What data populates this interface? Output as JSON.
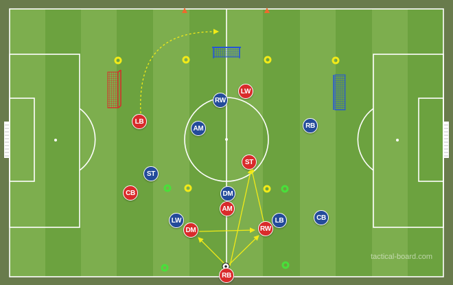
{
  "colors": {
    "grass_light": "#7dae4e",
    "grass_dark": "#6ca23f",
    "outer": "#697b4c",
    "red_team": "#d92b2b",
    "blue_team": "#244b9a",
    "yellow_marker": "#f2ea18",
    "green_marker": "#48e03a",
    "cone": "#ee6a2d"
  },
  "red_team": [
    {
      "label": "LW"
    },
    {
      "label": "LB"
    },
    {
      "label": "ST"
    },
    {
      "label": "CB"
    },
    {
      "label": "AM"
    },
    {
      "label": "DM"
    },
    {
      "label": "RW"
    },
    {
      "label": "RB"
    }
  ],
  "blue_team": [
    {
      "label": "RW"
    },
    {
      "label": "AM"
    },
    {
      "label": "RB"
    },
    {
      "label": "ST"
    },
    {
      "label": "DM"
    },
    {
      "label": "LW"
    },
    {
      "label": "LB"
    },
    {
      "label": "CB"
    }
  ],
  "watermark": "tactical-board.com"
}
